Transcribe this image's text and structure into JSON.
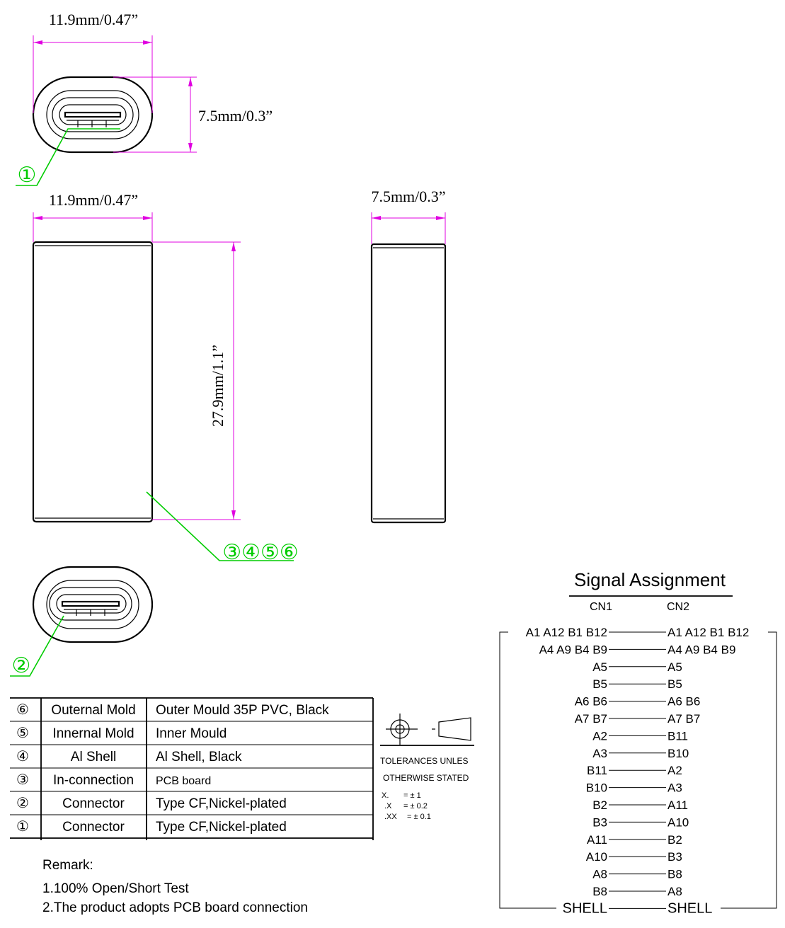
{
  "dimensions": {
    "top_width": "11.9mm/0.47”",
    "top_height": "7.5mm/0.3”",
    "front_width": "11.9mm/0.47”",
    "front_length": "27.9mm/1.1”",
    "side_width": "7.5mm/0.3”"
  },
  "balloons": {
    "top_connector": "①",
    "body_parts": "③④⑤⑥",
    "bottom_connector": "②"
  },
  "bom": [
    {
      "no": "⑥",
      "part": "Outernal Mold",
      "desc": "Outer Mould 35P PVC, Black"
    },
    {
      "no": "⑤",
      "part": "Innernal Mold",
      "desc": "Inner Mould"
    },
    {
      "no": "④",
      "part": "Al Shell",
      "desc": "Al Shell, Black"
    },
    {
      "no": "③",
      "part": "In-connection",
      "desc": "PCB board"
    },
    {
      "no": "②",
      "part": "Connector",
      "desc": "Type CF,Nickel-plated"
    },
    {
      "no": "①",
      "part": "Connector",
      "desc": "Type CF,Nickel-plated"
    }
  ],
  "tolerances": {
    "line1": "TOLERANCES UNLES",
    "line2": "OTHERWISE STATED",
    "rows": [
      {
        "k": "X.",
        "v": "= ± 1"
      },
      {
        "k": ".X",
        "v": "= ± 0.2"
      },
      {
        "k": ".XX",
        "v": "= ± 0.1"
      }
    ]
  },
  "remark": {
    "title": "Remark:",
    "items": [
      "1.100% Open/Short Test",
      "2.The product adopts PCB board connection"
    ]
  },
  "signal": {
    "title": "Signal Assignment",
    "cn1": "CN1",
    "cn2": "CN2",
    "rows": [
      [
        "A1 A12 B1 B12",
        "A1 A12 B1 B12"
      ],
      [
        "A4 A9 B4 B9",
        "A4 A9 B4 B9"
      ],
      [
        "A5",
        "A5"
      ],
      [
        "B5",
        "B5"
      ],
      [
        "A6 B6",
        "A6 B6"
      ],
      [
        "A7 B7",
        "A7 B7"
      ],
      [
        "A2",
        "B11"
      ],
      [
        "A3",
        "B10"
      ],
      [
        "B11",
        "A2"
      ],
      [
        "B10",
        "A3"
      ],
      [
        "B2",
        "A11"
      ],
      [
        "B3",
        "A10"
      ],
      [
        "A11",
        "B2"
      ],
      [
        "A10",
        "B3"
      ],
      [
        "A8",
        "B8"
      ],
      [
        "B8",
        "A8"
      ],
      [
        "SHELL",
        "SHELL"
      ]
    ]
  }
}
